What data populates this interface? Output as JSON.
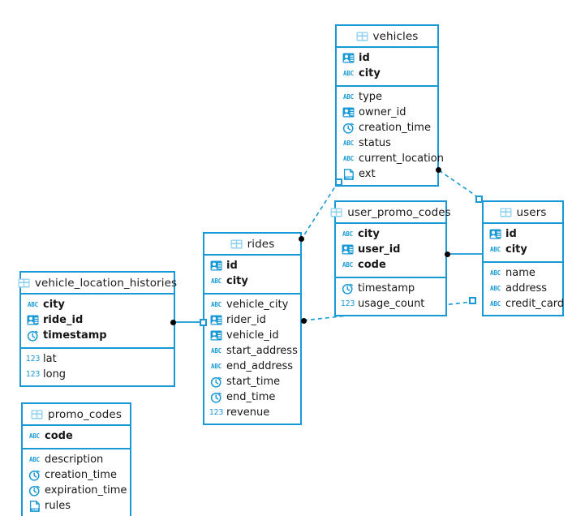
{
  "diagram": {
    "title": "database-schema-er-diagram",
    "accent_color": "#1899d6",
    "line_color": "#1899d6",
    "endpoint_color": "#000000",
    "background": "#ffffff"
  },
  "icons": {
    "table": "table-grid-icon",
    "key": "id-card-icon",
    "string": "abc-text-icon",
    "timestamp": "clock-icon",
    "number": "123-number-icon",
    "json": "json-document-icon"
  },
  "tables": [
    {
      "id": "vehicles",
      "name": "vehicles",
      "keys": [
        {
          "name": "id",
          "type": "key"
        },
        {
          "name": "city",
          "type": "string"
        }
      ],
      "fields": [
        {
          "name": "type",
          "type": "string"
        },
        {
          "name": "owner_id",
          "type": "key"
        },
        {
          "name": "creation_time",
          "type": "timestamp"
        },
        {
          "name": "status",
          "type": "string"
        },
        {
          "name": "current_location",
          "type": "string"
        },
        {
          "name": "ext",
          "type": "json"
        }
      ]
    },
    {
      "id": "user_promo_codes",
      "name": "user_promo_codes",
      "keys": [
        {
          "name": "city",
          "type": "string"
        },
        {
          "name": "user_id",
          "type": "key"
        },
        {
          "name": "code",
          "type": "string"
        }
      ],
      "fields": [
        {
          "name": "timestamp",
          "type": "timestamp"
        },
        {
          "name": "usage_count",
          "type": "number"
        }
      ]
    },
    {
      "id": "users",
      "name": "users",
      "keys": [
        {
          "name": "id",
          "type": "key"
        },
        {
          "name": "city",
          "type": "string"
        }
      ],
      "fields": [
        {
          "name": "name",
          "type": "string"
        },
        {
          "name": "address",
          "type": "string"
        },
        {
          "name": "credit_card",
          "type": "string"
        }
      ]
    },
    {
      "id": "rides",
      "name": "rides",
      "keys": [
        {
          "name": "id",
          "type": "key"
        },
        {
          "name": "city",
          "type": "string"
        }
      ],
      "fields": [
        {
          "name": "vehicle_city",
          "type": "string"
        },
        {
          "name": "rider_id",
          "type": "key"
        },
        {
          "name": "vehicle_id",
          "type": "key"
        },
        {
          "name": "start_address",
          "type": "string"
        },
        {
          "name": "end_address",
          "type": "string"
        },
        {
          "name": "start_time",
          "type": "timestamp"
        },
        {
          "name": "end_time",
          "type": "timestamp"
        },
        {
          "name": "revenue",
          "type": "number"
        }
      ]
    },
    {
      "id": "vehicle_location_histories",
      "name": "vehicle_location_histories",
      "keys": [
        {
          "name": "city",
          "type": "string"
        },
        {
          "name": "ride_id",
          "type": "key"
        },
        {
          "name": "timestamp",
          "type": "timestamp"
        }
      ],
      "fields": [
        {
          "name": "lat",
          "type": "number"
        },
        {
          "name": "long",
          "type": "number"
        }
      ]
    },
    {
      "id": "promo_codes",
      "name": "promo_codes",
      "keys": [
        {
          "name": "code",
          "type": "string"
        }
      ],
      "fields": [
        {
          "name": "description",
          "type": "string"
        },
        {
          "name": "creation_time",
          "type": "timestamp"
        },
        {
          "name": "expiration_time",
          "type": "timestamp"
        },
        {
          "name": "rules",
          "type": "json"
        }
      ]
    }
  ],
  "relationships": [
    {
      "from": "vehicles",
      "to": "users",
      "style": "dashed"
    },
    {
      "from": "vehicles",
      "to": "rides",
      "style": "dashed"
    },
    {
      "from": "user_promo_codes",
      "to": "users",
      "style": "solid"
    },
    {
      "from": "rides",
      "to": "users",
      "style": "dashed"
    },
    {
      "from": "rides",
      "to": "vehicle_location_histories",
      "style": "solid"
    }
  ]
}
